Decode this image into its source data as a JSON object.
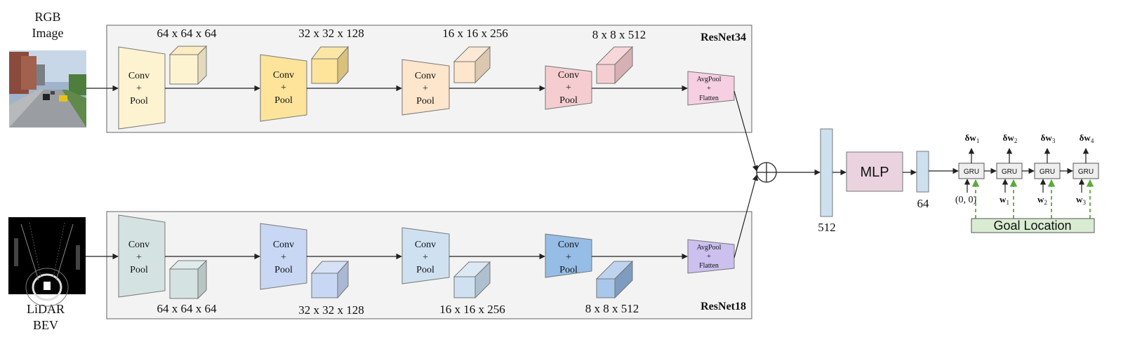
{
  "inputs": {
    "rgb_label_line1": "RGB",
    "rgb_label_line2": "Image",
    "lidar_label_line1": "LiDAR",
    "lidar_label_line2": "BEV"
  },
  "branches": [
    {
      "backbone": "ResNet34",
      "blocks": [
        "Conv",
        "Conv",
        "Conv",
        "Conv"
      ],
      "block_line2": "+",
      "block_line3": "Pool",
      "dims": [
        "64 x 64 x 64",
        "32 x 32 x 128",
        "16 x 16 x 256",
        "8 x 8 x 512"
      ],
      "pool_line1": "AvgPool",
      "pool_line2": "+",
      "pool_line3": "Flatten",
      "colors": {
        "block": [
          "#fdf3d0",
          "#fde49a",
          "#fde6cc",
          "#f5cdd0"
        ],
        "pool": "#f6cfe2"
      }
    },
    {
      "backbone": "ResNet18",
      "blocks": [
        "Conv",
        "Conv",
        "Conv",
        "Conv"
      ],
      "block_line2": "+",
      "block_line3": "Pool",
      "dims": [
        "64 x 64 x 64",
        "32 x 32 x 128",
        "16 x 16 x 256",
        "8 x 8 x 512"
      ],
      "pool_line1": "AvgPool",
      "pool_line2": "+",
      "pool_line3": "Flatten",
      "colors": {
        "block": [
          "#d4e3e2",
          "#c8d7f3",
          "#cfe1f1",
          "#95bde5"
        ],
        "pool": "#cbc0ee"
      }
    }
  ],
  "fusion": {
    "concat_dim": "512",
    "mlp_label": "MLP",
    "out_dim": "64"
  },
  "decoder": {
    "gru_label": "GRU",
    "outputs": [
      "δw1",
      "δw2",
      "δw3",
      "δw4"
    ],
    "output_prefix": "δ",
    "output_w": "w",
    "output_subs": [
      "1",
      "2",
      "3",
      "4"
    ],
    "first_input": "(0, 0)",
    "inputs_w": "w",
    "input_subs": [
      "1",
      "2",
      "3"
    ],
    "goal_label": "Goal Location"
  },
  "colors": {
    "backbone_bg": "#f3f3f3",
    "feature_bar": "#cde0f0",
    "mlp": "#ead3de",
    "gru": "#eeeeee",
    "goal": "#d9ecd2",
    "dashed": "#5aaa3a"
  }
}
